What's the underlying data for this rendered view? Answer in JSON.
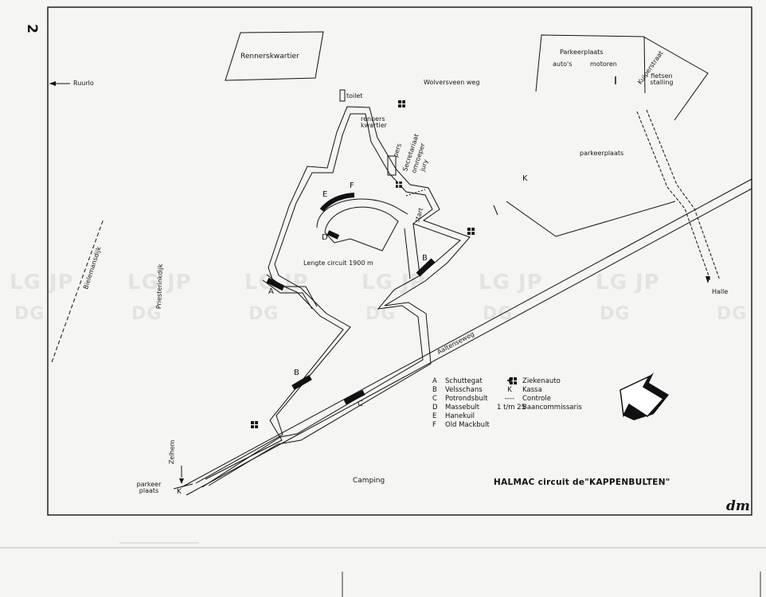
{
  "page_number": "2",
  "title": "HALMAC circuit de\"KAPPENBULTEN\"",
  "signature": "dm",
  "watermark": {
    "top": "LG JP",
    "bottom": "DG"
  },
  "places": {
    "rennerskwartier": "Rennerskwartier",
    "ruurlo": "Ruurlo",
    "wolversveen_weg": "Wolversveen weg",
    "parkeerplaats_top": "Parkeerplaats",
    "autos": "auto's",
    "motoren": "motoren",
    "kuiperstraat": "Kuiperstraat",
    "fietsen_stalling": "fietsen stalling",
    "toilet": "toilet",
    "renners_kwartier": "renners kwartier",
    "pers": "pers",
    "secretariaat": "Secretariaat",
    "omroeper": "omroeper",
    "jury": "jury",
    "parkeerplaats_right": "parkeerplaats",
    "start": "start",
    "bielemansdijk": "Bielemansdijk",
    "priesterinkdijk": "Priesterinkdijk",
    "lengte": "Lengte circuit 1900 m",
    "halle": "Halle",
    "aaltenseweg": "Aaltenseweg",
    "zelhem": "Zelhem",
    "parkeer_plaats": "parkeer plaats",
    "camping": "Camping"
  },
  "markers": {
    "A": "A",
    "B1": "B",
    "B2": "B",
    "C": "C",
    "D": "D",
    "E": "E",
    "F": "F",
    "K1": "K",
    "K2": "K"
  },
  "legend": {
    "left": [
      {
        "key": "A",
        "text": "Schuttegat"
      },
      {
        "key": "B",
        "text": "Velsschans"
      },
      {
        "key": "C",
        "text": "Potrondsbult"
      },
      {
        "key": "D",
        "text": "Massebult"
      },
      {
        "key": "E",
        "text": "Hanekuil"
      },
      {
        "key": "F",
        "text": "Old Mackbult"
      }
    ],
    "right": [
      {
        "key": "✚",
        "text": "Ziekenauto"
      },
      {
        "key": "K",
        "text": "Kassa"
      },
      {
        "key": "----",
        "text": "Controle"
      },
      {
        "key": "1 t/m 25",
        "text": "Baancommissaris"
      }
    ]
  }
}
